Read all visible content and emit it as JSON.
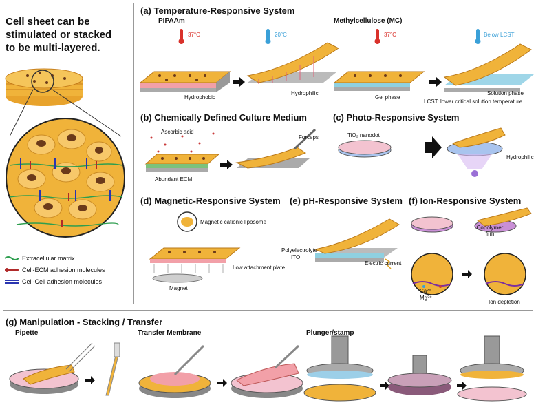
{
  "left_panel": {
    "headline": [
      "Cell sheet can be",
      "stimulated or stacked",
      "to be multi-layered."
    ],
    "legend": [
      {
        "label": "Extracellular matrix",
        "icon": "ecm-icon",
        "color": "#2e9e4f"
      },
      {
        "label": "Cell-ECM adhesion molecules",
        "icon": "cell-ecm-adhesion-icon",
        "color": "#b02a2a"
      },
      {
        "label": "Cell-Cell adhesion molecules",
        "icon": "cell-cell-adhesion-icon",
        "color": "#2a35b0"
      }
    ]
  },
  "panel_a": {
    "title": "(a) Temperature-Responsive System",
    "sub_left": "PIPAAm",
    "sub_right": "Methylcellulose (MC)",
    "temps": [
      "37°C",
      "20°C",
      "37°C",
      "Below LCST"
    ],
    "labels": [
      "Hydrophobic",
      "Hydrophilic",
      "Gel phase",
      "Solution phase"
    ],
    "footnote": "LCST: lower critical solution temperature"
  },
  "panel_b": {
    "title": "(b) Chemically Defined Culture Medium",
    "labels": [
      "Ascorbic acid",
      "Abundant ECM",
      "Forceps"
    ]
  },
  "panel_c": {
    "title": "(c) Photo-Responsive System",
    "labels": [
      "TiO₂ nanodot",
      "Hydrophilic"
    ]
  },
  "panel_d": {
    "title": "(d) Magnetic-Responsive System",
    "labels": [
      "Magnetic cationic liposome",
      "Low attachment plate",
      "Magnet"
    ]
  },
  "panel_e": {
    "title": "(e) pH-Responsive System",
    "labels": [
      "Polyelectrolyte",
      "ITO",
      "Electric current"
    ]
  },
  "panel_f": {
    "title": "(f) Ion-Responsive System",
    "labels": [
      "Copolymer film",
      "Ca²⁺",
      "Mg²⁺",
      "Ion depletion"
    ]
  },
  "panel_g": {
    "title": "(g) Manipulation - Stacking / Transfer",
    "subs": [
      "Pipette",
      "Transfer Membrane",
      "Plunger/stamp"
    ]
  },
  "colors": {
    "cell": "#f0b33a",
    "nucleus": "#6b3a1a",
    "hot": "#d9312b",
    "cold": "#3aa0d8",
    "substrate": "#bdbdbd",
    "membrane": "#f2a0a8"
  }
}
